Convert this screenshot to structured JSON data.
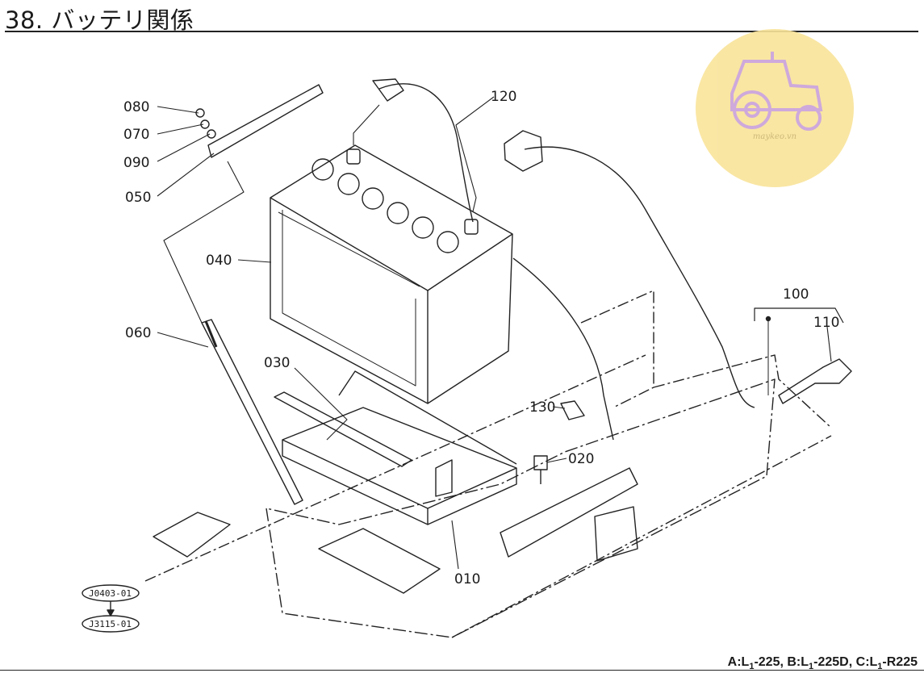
{
  "title": "38. バッテリ関係",
  "watermark": {
    "text": "maykeo.vn",
    "color": "#f9e49a"
  },
  "part_labels": {
    "p080": "080",
    "p070": "070",
    "p090": "090",
    "p050": "050",
    "p040": "040",
    "p060": "060",
    "p030": "030",
    "p120": "120",
    "p130": "130",
    "p020": "020",
    "p010": "010",
    "p100": "100",
    "p110": "110"
  },
  "refs": {
    "r1": "J0403-01",
    "r2": "J3115-01"
  },
  "footer": {
    "a": "A:L",
    "a_sub": "1",
    "a_model": "-225,",
    "b": "B:L",
    "b_sub": "1",
    "b_model": "-225D,",
    "c": "C:L",
    "c_sub": "1",
    "c_model": "-R225"
  }
}
